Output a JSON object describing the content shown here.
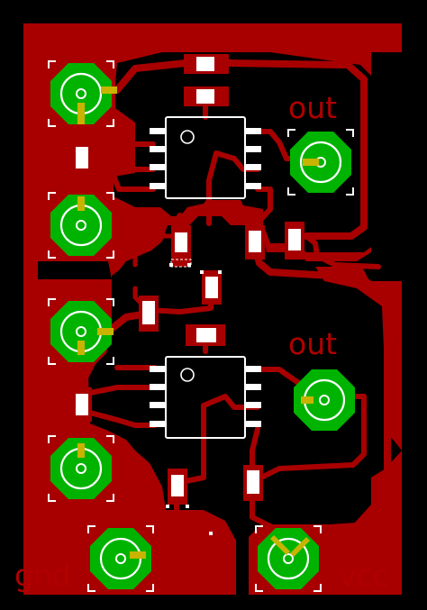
{
  "labels": {
    "out_top": "out",
    "out_bottom": "out",
    "gnd": "gnd",
    "vcc": "vcc"
  },
  "colors": {
    "background": "#000000",
    "copper": "#a80000",
    "pad_green": "#00b300",
    "silkscreen": "#ffffff",
    "via_yellow": "#c8b400",
    "label_red": "#b00000"
  }
}
